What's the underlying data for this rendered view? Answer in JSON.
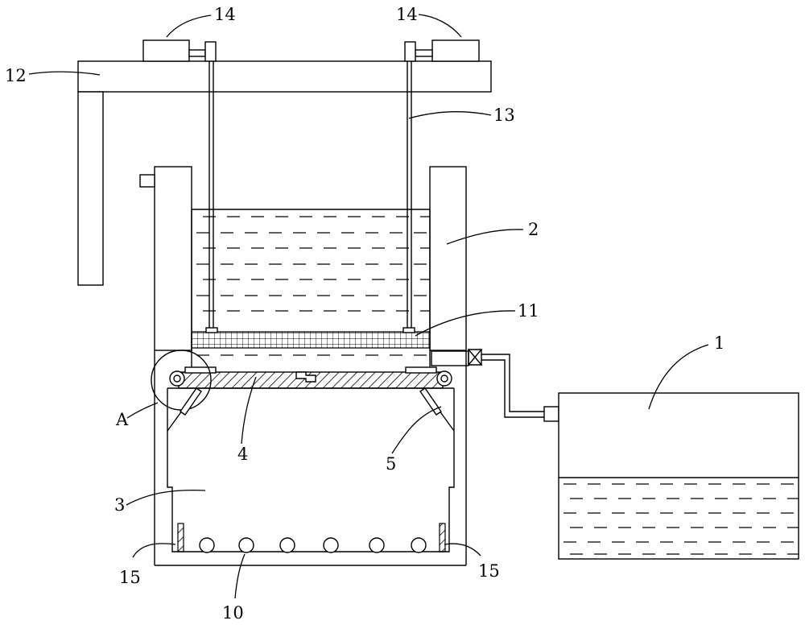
{
  "diagram": {
    "labels": {
      "l1": "1",
      "l2": "2",
      "l3": "3",
      "l4": "4",
      "l5": "5",
      "l10": "10",
      "l11": "11",
      "l12": "12",
      "l13": "13",
      "l14a": "14",
      "l14b": "14",
      "l15a": "15",
      "l15b": "15",
      "lA": "A"
    }
  }
}
